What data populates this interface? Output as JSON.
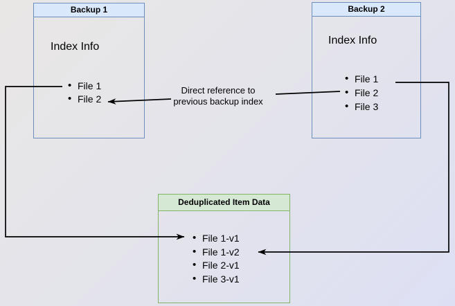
{
  "colors": {
    "bg_from": "#e9e7e5",
    "bg_to": "#dde0f4",
    "blue_fill": "#dae8fc",
    "blue_border": "#6c8ebf",
    "green_fill": "#d5e8d4",
    "green_border": "#82b366",
    "line": "#000000"
  },
  "backup1": {
    "title": "Backup 1",
    "section": "Index Info",
    "items": [
      "File 1",
      "File 2"
    ]
  },
  "backup2": {
    "title": "Backup 2",
    "section": "Index Info",
    "items": [
      "File 1",
      "File 2",
      "File 3"
    ]
  },
  "dedup": {
    "title": "Deduplicated Item Data",
    "items": [
      "File 1-v1",
      "File 1-v2",
      "File 2-v1",
      "File 3-v1"
    ]
  },
  "annotation": {
    "text": "Direct reference to\nprevious backup index"
  }
}
